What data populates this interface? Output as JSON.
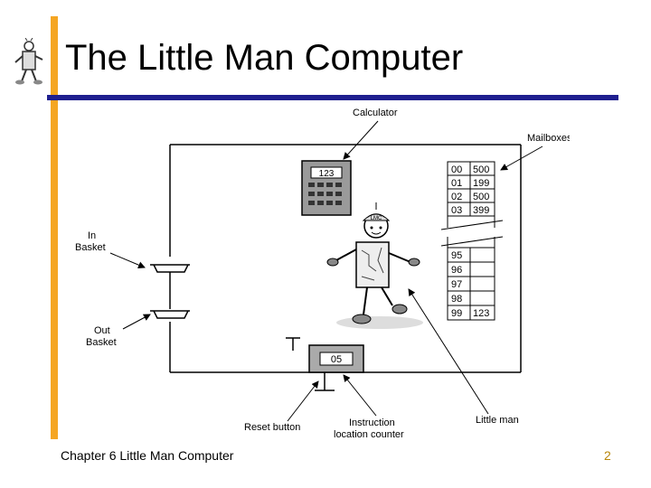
{
  "slide": {
    "title": "The Little Man Computer",
    "footer": "Chapter 6 Little Man Computer",
    "page_number": "2",
    "colors": {
      "accent_bar": "#F5A623",
      "rule": "#1F1F8F",
      "page_number": "#B8860B"
    }
  },
  "logo": {
    "icon": "little-man-icon"
  },
  "diagram": {
    "labels": {
      "calculator": "Calculator",
      "mailboxes": "Mailboxes",
      "in_basket_1": "In",
      "in_basket_2": "Basket",
      "out_basket_1": "Out",
      "out_basket_2": "Basket",
      "reset_button": "Reset button",
      "instruction_1": "Instruction",
      "instruction_2": "location counter",
      "little_man": "Little man"
    },
    "calculator_display": "123",
    "counter_display": "05",
    "badge": "LMC",
    "mailboxes": [
      {
        "address": "00",
        "value": "500"
      },
      {
        "address": "01",
        "value": "199"
      },
      {
        "address": "02",
        "value": "500"
      },
      {
        "address": "03",
        "value": "399"
      },
      {
        "address": "95",
        "value": ""
      },
      {
        "address": "96",
        "value": ""
      },
      {
        "address": "97",
        "value": ""
      },
      {
        "address": "98",
        "value": ""
      },
      {
        "address": "99",
        "value": "123"
      }
    ]
  }
}
